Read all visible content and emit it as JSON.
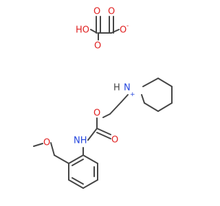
{
  "colors": {
    "bond": "#444444",
    "oxygen": "#e02020",
    "nitrogen": "#2244dd"
  },
  "oxalate": {
    "ho_label": "HO",
    "o_top_left_label": "O",
    "o_top_right_label": "O",
    "o_minus_label": "O",
    "minus_charge": "-",
    "o_bottom_label": "O"
  },
  "carbamate": {
    "ester_o_label": "O",
    "carbonyl_o_label": "O",
    "nh_label": "NH"
  },
  "piperidinium": {
    "h_label": "H",
    "n_label": "N",
    "plus_charge": "+"
  },
  "methoxy": {
    "o_label": "O"
  }
}
